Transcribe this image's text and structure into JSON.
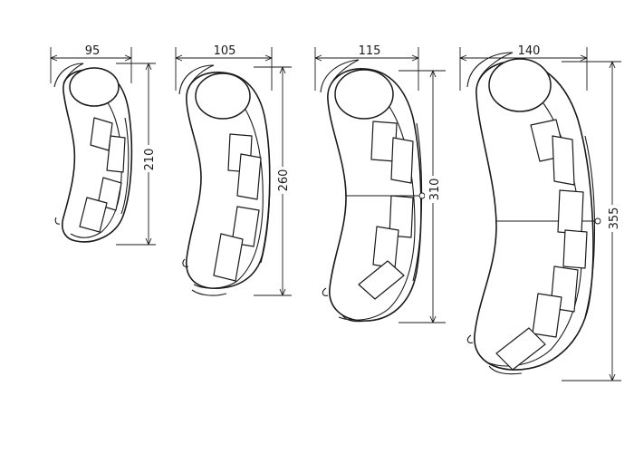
{
  "sofas": [
    {
      "width_label": "95",
      "height_label": "210"
    },
    {
      "width_label": "105",
      "height_label": "260"
    },
    {
      "width_label": "115",
      "height_label": "310"
    },
    {
      "width_label": "140",
      "height_label": "355"
    }
  ],
  "colors": {
    "line": "#1a1a1a",
    "background": "#ffffff"
  }
}
